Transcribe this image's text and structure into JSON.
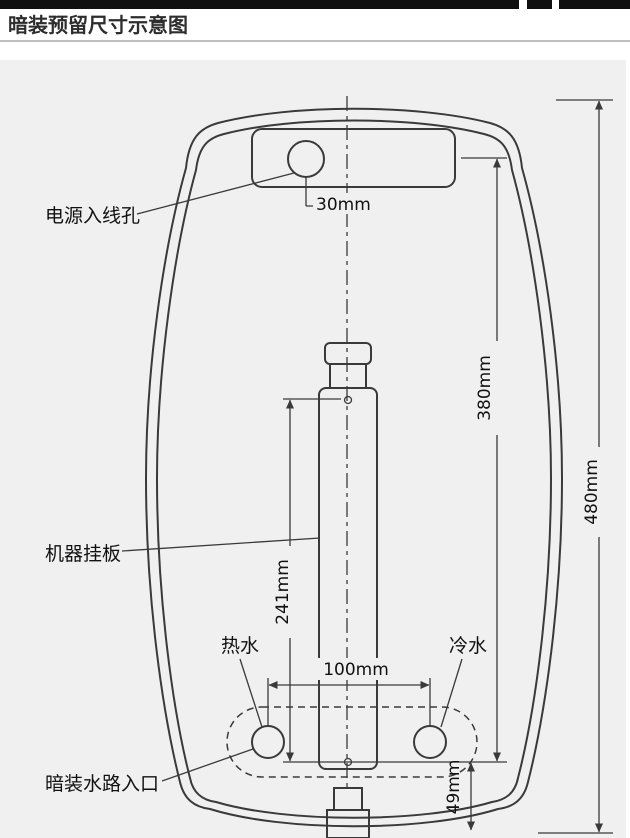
{
  "page": {
    "title": "暗装预留尺寸示意图"
  },
  "labels": {
    "power_inlet": "电源入线孔",
    "mounting_plate": "机器挂板",
    "hot_water": "热水",
    "cold_water": "冷水",
    "water_inlet": "暗装水路入口"
  },
  "dimensions": {
    "power_hole": "30mm",
    "plate_holes": "241mm",
    "inlet_spacing": "100mm",
    "power_to_plate": "380mm",
    "overall": "480mm",
    "bottom_offset": "49mm"
  },
  "colors": {
    "line": "#3a3a3a",
    "panel": "#f0f0f0",
    "top_bar": "#101010",
    "text": "#111111"
  }
}
